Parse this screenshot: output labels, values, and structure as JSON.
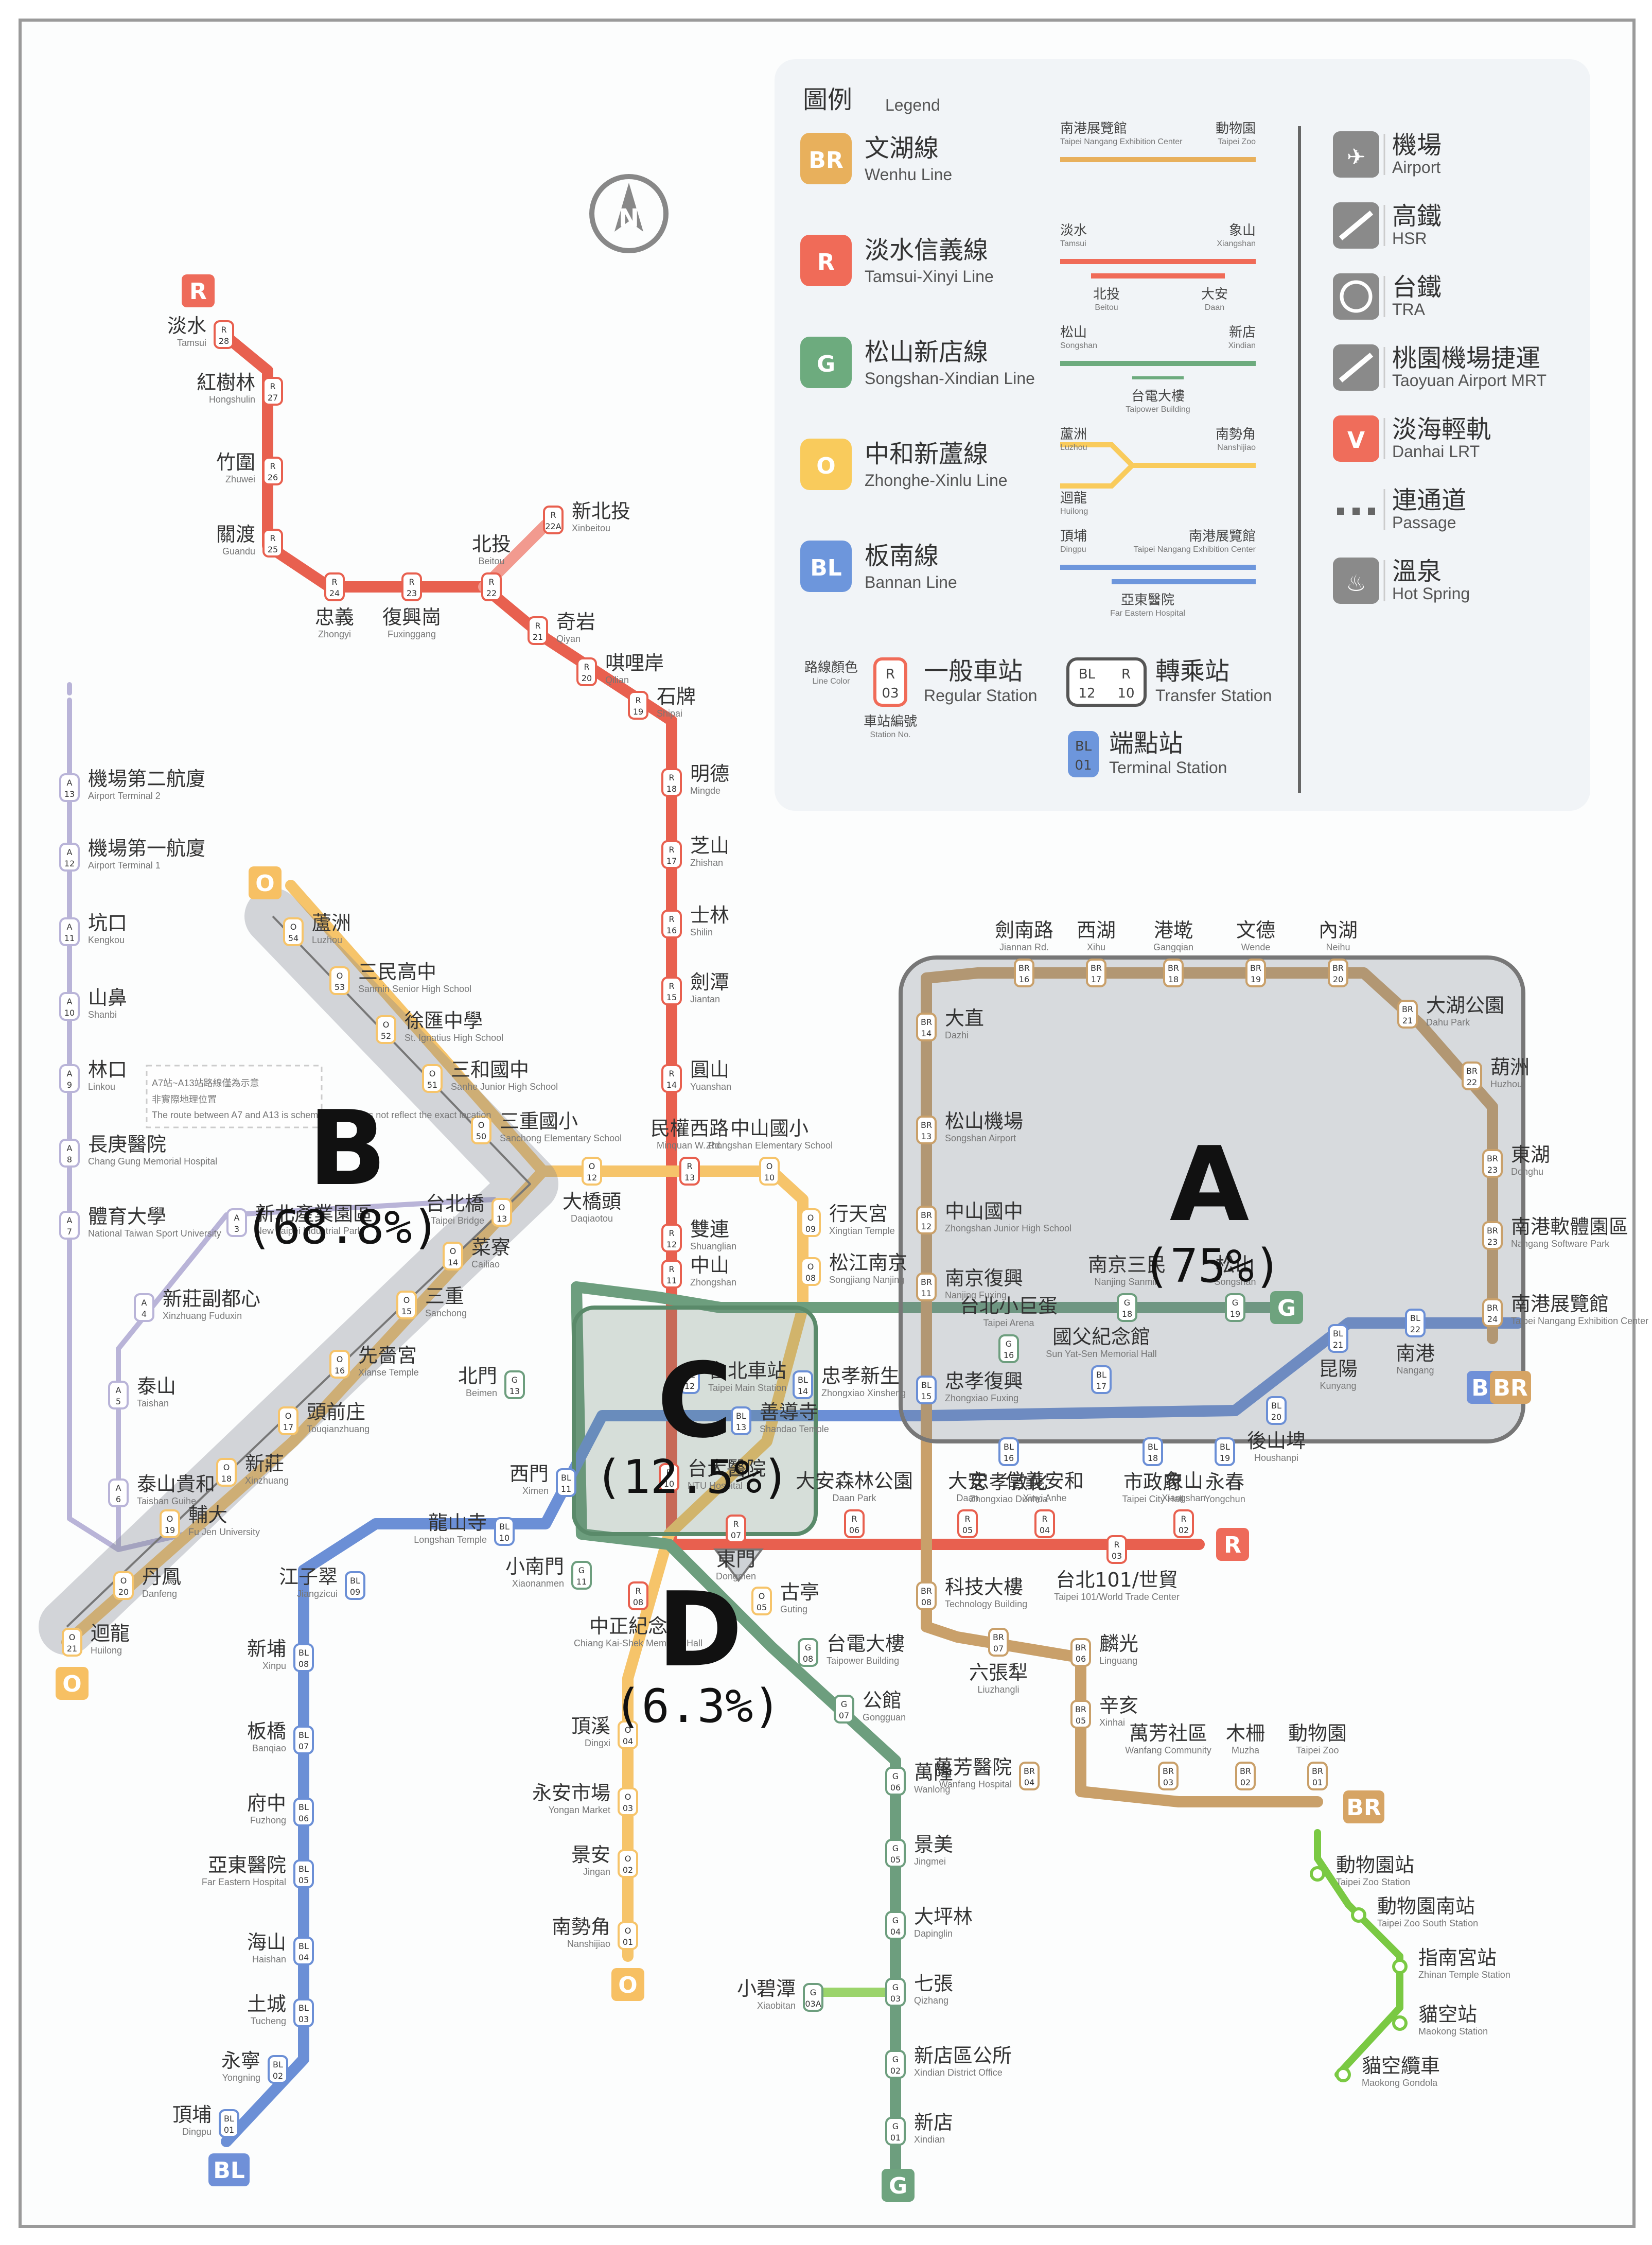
{
  "legend": {
    "title_zh": "圖例",
    "title_en": "Legend",
    "lines": [
      {
        "code": "BR",
        "zh": "文湖線",
        "en": "Wenhu Line",
        "color": "#c48c31",
        "a_zh": "南港展覽館",
        "a_en": "Taipei Nangang Exhibition Center",
        "b_zh": "動物園",
        "b_en": "Taipei Zoo"
      },
      {
        "code": "R",
        "zh": "淡水信義線",
        "en": "Tamsui-Xinyi Line",
        "color": "#e3002c",
        "a_zh": "淡水",
        "a_en": "Tamsui",
        "b_zh": "象山",
        "b_en": "Xiangshan",
        "c_zh": "北投",
        "c_en": "Beitou",
        "d_zh": "大安",
        "d_en": "Daan"
      },
      {
        "code": "G",
        "zh": "松山新店線",
        "en": "Songshan-Xindian Line",
        "color": "#008659",
        "a_zh": "松山",
        "a_en": "Songshan",
        "b_zh": "新店",
        "b_en": "Xindian",
        "c_zh": "台電大樓",
        "c_en": "Taipower Building"
      },
      {
        "code": "O",
        "zh": "中和新蘆線",
        "en": "Zhonghe-Xinlu Line",
        "color": "#f8b61c",
        "a_zh": "蘆洲",
        "a_en": "Luzhou",
        "b_zh": "南勢角",
        "b_en": "Nanshijiao",
        "c_zh": "迴龍",
        "c_en": "Huilong"
      },
      {
        "code": "BL",
        "zh": "板南線",
        "en": "Bannan Line",
        "color": "#0070bd",
        "a_zh": "頂埔",
        "a_en": "Dingpu",
        "b_zh": "南港展覽館",
        "b_en": "Taipei Nangang Exhibition Center",
        "c_zh": "亞東醫院",
        "c_en": "Far Eastern Hospital"
      }
    ],
    "regular": {
      "zh": "一般車站",
      "en": "Regular Station",
      "line_color_zh": "路線顏色",
      "line_color_en": "Line Color",
      "number_zh": "車站編號",
      "number_en": "Station No.",
      "code": "R",
      "num": "03"
    },
    "transfer": {
      "zh": "轉乘站",
      "en": "Transfer Station",
      "c1": "BL",
      "n1": "12",
      "c2": "R",
      "n2": "10"
    },
    "terminal": {
      "zh": "端點站",
      "en": "Terminal Station",
      "code": "BL",
      "num": "01"
    },
    "icons": [
      {
        "zh": "機場",
        "en": "Airport",
        "icon": "airplane-icon"
      },
      {
        "zh": "高鐵",
        "en": "HSR",
        "icon": "hsr-icon"
      },
      {
        "zh": "台鐵",
        "en": "TRA",
        "icon": "tra-icon"
      },
      {
        "zh": "桃園機場捷運",
        "en": "Taoyuan Airport MRT",
        "icon": "airport-mrt-icon"
      },
      {
        "zh": "淡海輕軌",
        "en": "Danhai LRT",
        "icon": "lrt-icon",
        "badge": "V"
      },
      {
        "zh": "連通道",
        "en": "Passage",
        "icon": "passage-icon"
      },
      {
        "zh": "溫泉",
        "en": "Hot Spring",
        "icon": "hot-spring-icon"
      }
    ]
  },
  "zones": [
    {
      "letter": "A",
      "pct": "(75%)"
    },
    {
      "letter": "B",
      "pct": "(68.8%)"
    },
    {
      "letter": "C",
      "pct": "(12.5%)"
    },
    {
      "letter": "D",
      "pct": "(6.3%)"
    }
  ],
  "terminal_badges": [
    "R",
    "O",
    "O",
    "BL",
    "G",
    "BR",
    "O",
    "R",
    "BL",
    "BR",
    "G"
  ],
  "note": {
    "zh1": "A7站~A13站路線僅為示意",
    "zh2": "非實際地理位置",
    "en": "The route between A7 and A13 is schematic and does not reflect the exact location"
  },
  "stations": [
    {
      "zh": "淡水",
      "en": "Tamsui",
      "code": "R28"
    },
    {
      "zh": "紅樹林",
      "en": "Hongshulin",
      "code": "R27"
    },
    {
      "zh": "竹圍",
      "en": "Zhuwei",
      "code": "R26"
    },
    {
      "zh": "關渡",
      "en": "Guandu",
      "code": "R25"
    },
    {
      "zh": "忠義",
      "en": "Zhongyi",
      "code": "R24"
    },
    {
      "zh": "復興崗",
      "en": "Fuxinggang",
      "code": "R23"
    },
    {
      "zh": "北投",
      "en": "Beitou",
      "code": "R22"
    },
    {
      "zh": "新北投",
      "en": "Xinbeitou",
      "code": "R22A"
    },
    {
      "zh": "奇岩",
      "en": "Qiyan",
      "code": "R21"
    },
    {
      "zh": "唭哩岸",
      "en": "Qilian",
      "code": "R20"
    },
    {
      "zh": "石牌",
      "en": "Shipai",
      "code": "R19"
    },
    {
      "zh": "明德",
      "en": "Mingde",
      "code": "R18"
    },
    {
      "zh": "芝山",
      "en": "Zhishan",
      "code": "R17"
    },
    {
      "zh": "士林",
      "en": "Shilin",
      "code": "R16"
    },
    {
      "zh": "劍潭",
      "en": "Jiantan",
      "code": "R15"
    },
    {
      "zh": "圓山",
      "en": "Yuanshan",
      "code": "R14"
    },
    {
      "zh": "民權西路",
      "en": "Minquan W. Rd.",
      "code": "R13"
    },
    {
      "zh": "雙連",
      "en": "Shuanglian",
      "code": "R12"
    },
    {
      "zh": "中山",
      "en": "Zhongshan",
      "code": "R11"
    },
    {
      "zh": "蘆洲",
      "en": "Luzhou",
      "code": "O54"
    },
    {
      "zh": "三民高中",
      "en": "Sanmin Senior High School",
      "code": "O53"
    },
    {
      "zh": "徐匯中學",
      "en": "St. Ignatius High School",
      "code": "O52"
    },
    {
      "zh": "三和國中",
      "en": "Sanhe Junior High School",
      "code": "O51"
    },
    {
      "zh": "三重國小",
      "en": "Sanchong Elementary School",
      "code": "O50"
    },
    {
      "zh": "大橋頭",
      "en": "Daqiaotou",
      "code": "O12"
    },
    {
      "zh": "中山國小",
      "en": "Zhongshan Elementary School",
      "code": "O10"
    },
    {
      "zh": "行天宮",
      "en": "Xingtian Temple",
      "code": "O09"
    },
    {
      "zh": "松江南京",
      "en": "Songjiang Nanjing",
      "code": "O08"
    },
    {
      "zh": "台北橋",
      "en": "Taipei Bridge",
      "code": "O13"
    },
    {
      "zh": "菜寮",
      "en": "Cailiao",
      "code": "O14"
    },
    {
      "zh": "三重",
      "en": "Sanchong",
      "code": "O15"
    },
    {
      "zh": "先嗇宮",
      "en": "Xianse Temple",
      "code": "O16"
    },
    {
      "zh": "頭前庄",
      "en": "Touqianzhuang",
      "code": "O17"
    },
    {
      "zh": "新莊",
      "en": "Xinzhuang",
      "code": "O18"
    },
    {
      "zh": "輔大",
      "en": "Fu Jen University",
      "code": "O19"
    },
    {
      "zh": "丹鳳",
      "en": "Danfeng",
      "code": "O20"
    },
    {
      "zh": "迴龍",
      "en": "Huilong",
      "code": "O21"
    },
    {
      "zh": "劍南路",
      "en": "Jiannan Rd.",
      "code": "BR16"
    },
    {
      "zh": "西湖",
      "en": "Xihu",
      "code": "BR17"
    },
    {
      "zh": "港墘",
      "en": "Gangqian",
      "code": "BR18"
    },
    {
      "zh": "文德",
      "en": "Wende",
      "code": "BR19"
    },
    {
      "zh": "內湖",
      "en": "Neihu",
      "code": "BR20"
    },
    {
      "zh": "大湖公園",
      "en": "Dahu Park",
      "code": "BR21"
    },
    {
      "zh": "葫洲",
      "en": "Huzhou",
      "code": "BR22"
    },
    {
      "zh": "東湖",
      "en": "Donghu",
      "code": "BR23"
    },
    {
      "zh": "南港軟體園區",
      "en": "Nangang Software Park",
      "code": "BR23"
    },
    {
      "zh": "南港展覽館",
      "en": "Taipei Nangang Exhibition Center",
      "code": "BR24"
    },
    {
      "zh": "大直",
      "en": "Dazhi",
      "code": "BR14"
    },
    {
      "zh": "松山機場",
      "en": "Songshan Airport",
      "code": "BR13"
    },
    {
      "zh": "中山國中",
      "en": "Zhongshan Junior High School",
      "code": "BR12"
    },
    {
      "zh": "南京復興",
      "en": "Nanjing Fuxing",
      "code": "BR11"
    },
    {
      "zh": "南京三民",
      "en": "Nanjing Sanmin",
      "code": "G18"
    },
    {
      "zh": "松山",
      "en": "Songshan",
      "code": "G19"
    },
    {
      "zh": "台北小巨蛋",
      "en": "Taipei Arena",
      "code": "G16"
    },
    {
      "zh": "忠孝復興",
      "en": "Zhongxiao Fuxing",
      "code": "BL15"
    },
    {
      "zh": "國父紀念館",
      "en": "Sun Yat-Sen Memorial Hall",
      "code": "BL17"
    },
    {
      "zh": "忠孝敦化",
      "en": "Zhongxiao Dunhua",
      "code": "BL16"
    },
    {
      "zh": "市政府",
      "en": "Taipei City Hall",
      "code": "BL18"
    },
    {
      "zh": "永春",
      "en": "Yongchun",
      "code": "BL19"
    },
    {
      "zh": "後山埤",
      "en": "Houshanpi",
      "code": "BL20"
    },
    {
      "zh": "昆陽",
      "en": "Kunyang",
      "code": "BL21"
    },
    {
      "zh": "南港",
      "en": "Nangang",
      "code": "BL22"
    },
    {
      "zh": "北門",
      "en": "Beimen",
      "code": "G13"
    },
    {
      "zh": "台北車站",
      "en": "Taipei Main Station",
      "code": "BL12"
    },
    {
      "zh": "善導寺",
      "en": "Shandao Temple",
      "code": "BL13"
    },
    {
      "zh": "忠孝新生",
      "en": "Zhongxiao Xinsheng",
      "code": "BL14"
    },
    {
      "zh": "西門",
      "en": "Ximen",
      "code": "BL11"
    },
    {
      "zh": "台大醫院",
      "en": "NTU Hospital",
      "code": "R10"
    },
    {
      "zh": "東門",
      "en": "Dongmen",
      "code": "R07"
    },
    {
      "zh": "大安森林公園",
      "en": "Daan Park",
      "code": "R06"
    },
    {
      "zh": "大安",
      "en": "Daan",
      "code": "R05"
    },
    {
      "zh": "信義安和",
      "en": "Xinyi Anhe",
      "code": "R04"
    },
    {
      "zh": "台北101/世貿",
      "en": "Taipei 101/World Trade Center",
      "code": "R03"
    },
    {
      "zh": "象山",
      "en": "Xiangshan",
      "code": "R02"
    },
    {
      "zh": "龍山寺",
      "en": "Longshan Temple",
      "code": "BL10"
    },
    {
      "zh": "江子翠",
      "en": "Jiangzicui",
      "code": "BL09"
    },
    {
      "zh": "新埔",
      "en": "Xinpu",
      "code": "BL08"
    },
    {
      "zh": "板橋",
      "en": "Banqiao",
      "code": "BL07"
    },
    {
      "zh": "府中",
      "en": "Fuzhong",
      "code": "BL06"
    },
    {
      "zh": "亞東醫院",
      "en": "Far Eastern Hospital",
      "code": "BL05"
    },
    {
      "zh": "海山",
      "en": "Haishan",
      "code": "BL04"
    },
    {
      "zh": "土城",
      "en": "Tucheng",
      "code": "BL03"
    },
    {
      "zh": "永寧",
      "en": "Yongning",
      "code": "BL02"
    },
    {
      "zh": "頂埔",
      "en": "Dingpu",
      "code": "BL01"
    },
    {
      "zh": "小南門",
      "en": "Xiaonanmen",
      "code": "G11"
    },
    {
      "zh": "中正紀念堂",
      "en": "Chiang Kai-Shek Memorial Hall",
      "code": "R08"
    },
    {
      "zh": "古亭",
      "en": "Guting",
      "code": "O05"
    },
    {
      "zh": "台電大樓",
      "en": "Taipower Building",
      "code": "G08"
    },
    {
      "zh": "公館",
      "en": "Gongguan",
      "code": "G07"
    },
    {
      "zh": "萬隆",
      "en": "Wanlong",
      "code": "G06"
    },
    {
      "zh": "景美",
      "en": "Jingmei",
      "code": "G05"
    },
    {
      "zh": "大坪林",
      "en": "Dapinglin",
      "code": "G04"
    },
    {
      "zh": "七張",
      "en": "Qizhang",
      "code": "G03"
    },
    {
      "zh": "小碧潭",
      "en": "Xiaobitan",
      "code": "G03A"
    },
    {
      "zh": "新店區公所",
      "en": "Xindian District Office",
      "code": "G02"
    },
    {
      "zh": "新店",
      "en": "Xindian",
      "code": "G01"
    },
    {
      "zh": "頂溪",
      "en": "Dingxi",
      "code": "O04"
    },
    {
      "zh": "永安市場",
      "en": "Yongan Market",
      "code": "O03"
    },
    {
      "zh": "景安",
      "en": "Jingan",
      "code": "O02"
    },
    {
      "zh": "南勢角",
      "en": "Nanshijiao",
      "code": "O01"
    },
    {
      "zh": "科技大樓",
      "en": "Technology Building",
      "code": "BR08"
    },
    {
      "zh": "六張犁",
      "en": "Liuzhangli",
      "code": "BR07"
    },
    {
      "zh": "麟光",
      "en": "Linguang",
      "code": "BR06"
    },
    {
      "zh": "辛亥",
      "en": "Xinhai",
      "code": "BR05"
    },
    {
      "zh": "萬芳醫院",
      "en": "Wanfang Hospital",
      "code": "BR04"
    },
    {
      "zh": "萬芳社區",
      "en": "Wanfang Community",
      "code": "BR03"
    },
    {
      "zh": "木柵",
      "en": "Muzha",
      "code": "BR02"
    },
    {
      "zh": "動物園",
      "en": "Taipei Zoo",
      "code": "BR01"
    },
    {
      "zh": "動物園站",
      "en": "Taipei Zoo Station",
      "code": ""
    },
    {
      "zh": "動物園南站",
      "en": "Taipei Zoo South Station",
      "code": ""
    },
    {
      "zh": "指南宮站",
      "en": "Zhinan Temple Station",
      "code": ""
    },
    {
      "zh": "貓空站",
      "en": "Maokong Station",
      "code": ""
    },
    {
      "zh": "貓空纜車",
      "en": "Maokong Gondola",
      "code": ""
    },
    {
      "zh": "機場第二航廈",
      "en": "Airport Terminal 2",
      "code": "A13"
    },
    {
      "zh": "機場第一航廈",
      "en": "Airport Terminal 1",
      "code": "A12"
    },
    {
      "zh": "坑口",
      "en": "Kengkou",
      "code": "A11"
    },
    {
      "zh": "山鼻",
      "en": "Shanbi",
      "code": "A10"
    },
    {
      "zh": "林口",
      "en": "Linkou",
      "code": "A9"
    },
    {
      "zh": "長庚醫院",
      "en": "Chang Gung Memorial Hospital",
      "code": "A8"
    },
    {
      "zh": "體育大學",
      "en": "National Taiwan Sport University",
      "code": "A7"
    },
    {
      "zh": "新北產業園區",
      "en": "New Taipei Industrial Park",
      "code": "A3"
    },
    {
      "zh": "新莊副都心",
      "en": "Xinzhuang Fuduxin",
      "code": "A4"
    },
    {
      "zh": "泰山",
      "en": "Taishan",
      "code": "A5"
    },
    {
      "zh": "泰山貴和",
      "en": "Taishan Guihe",
      "code": "A6"
    }
  ]
}
